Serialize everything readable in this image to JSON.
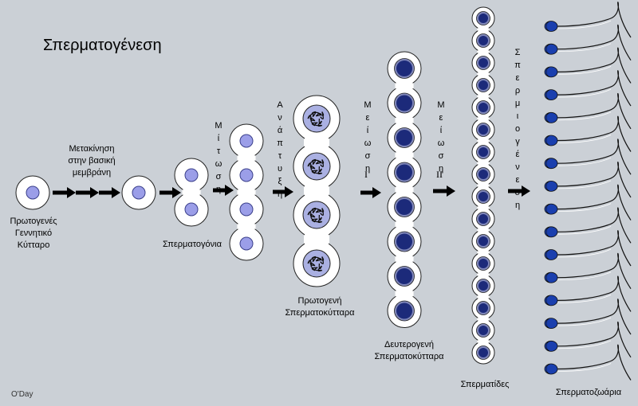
{
  "title": "Σπερματογένεση",
  "labels": {
    "primordial": [
      "Πρωτογενές",
      "Γεννητικό",
      "Κύτταρο"
    ],
    "migration": [
      "Μετακίνηση",
      "στην βασική",
      "μεμβράνη"
    ],
    "spermatogonia": "Σπερματογόνια",
    "primary": [
      "Πρωτογενή",
      "Σπερματοκύτταρα"
    ],
    "secondary": [
      "Δευτερογενή",
      "Σπερματοκύτταρα"
    ],
    "spermatids": "Σπερματίδες",
    "spermatozoa": "Σπερματοζωάρια"
  },
  "stages": {
    "mitosis": "Μίτωση",
    "growth": "Ανάπτυξη",
    "meiosis": "Μείωση",
    "meiosis_1": "Ι",
    "meiosis_2": "ΙΙ",
    "spermiogenesis": "Σπερμιογένεση"
  },
  "credit": "O'Day",
  "colors": {
    "background": "#cbd0d6",
    "cell_fill": "#ffffff",
    "nucleus_light": "#9b9ee8",
    "nucleus_dark": "#1c2a7a",
    "sperm_head": "#1a3fae",
    "acrosome": "#3ccf3c",
    "arrow": "#000000"
  },
  "icons": {
    "arrow": "right-arrow-icon"
  }
}
